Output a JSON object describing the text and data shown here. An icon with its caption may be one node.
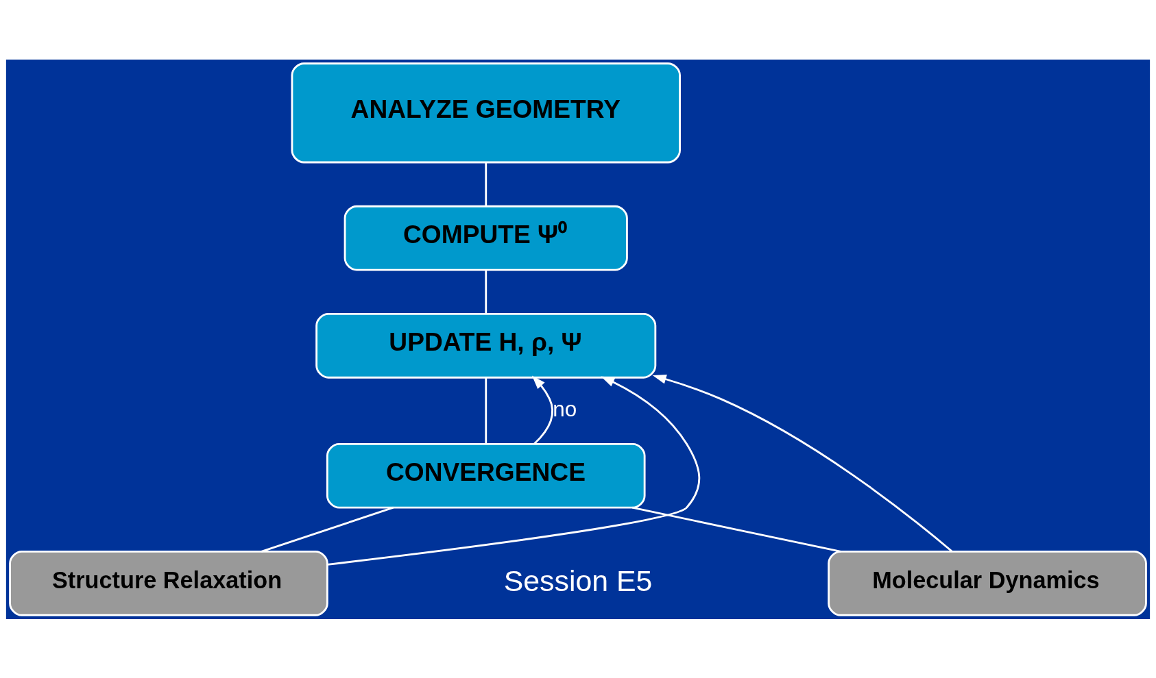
{
  "diagram": {
    "nodes": [
      {
        "text": [
          "ANALYZE GEOMETRY"
        ]
      },
      {
        "text": [
          "COMPUTE Ψ⁰"
        ]
      },
      {
        "text": [
          "UPDATE H, ρ, Ψ"
        ]
      },
      {
        "text": [
          "CONVERGENCE"
        ]
      },
      {
        "text": [
          "Structure Relaxation"
        ]
      },
      {
        "text": [
          "Molecular Dynamics"
        ]
      }
    ],
    "edges": [
      {
        "from": 0,
        "to": 1,
        "arrow": "none"
      },
      {
        "from": 1,
        "to": 2,
        "arrow": "none"
      },
      {
        "from": 2,
        "to": 3,
        "arrow": "none"
      },
      {
        "from": 3,
        "to": 2,
        "arrow": "to",
        "label": "no"
      },
      {
        "from": 3,
        "to": 4,
        "arrow": "none"
      },
      {
        "from": 3,
        "to": 5,
        "arrow": "none"
      },
      {
        "from": 4,
        "to": 2,
        "arrow": "to"
      },
      {
        "from": 5,
        "to": 2,
        "arrow": "to"
      }
    ],
    "labels": [
      "Session E5"
    ]
  }
}
